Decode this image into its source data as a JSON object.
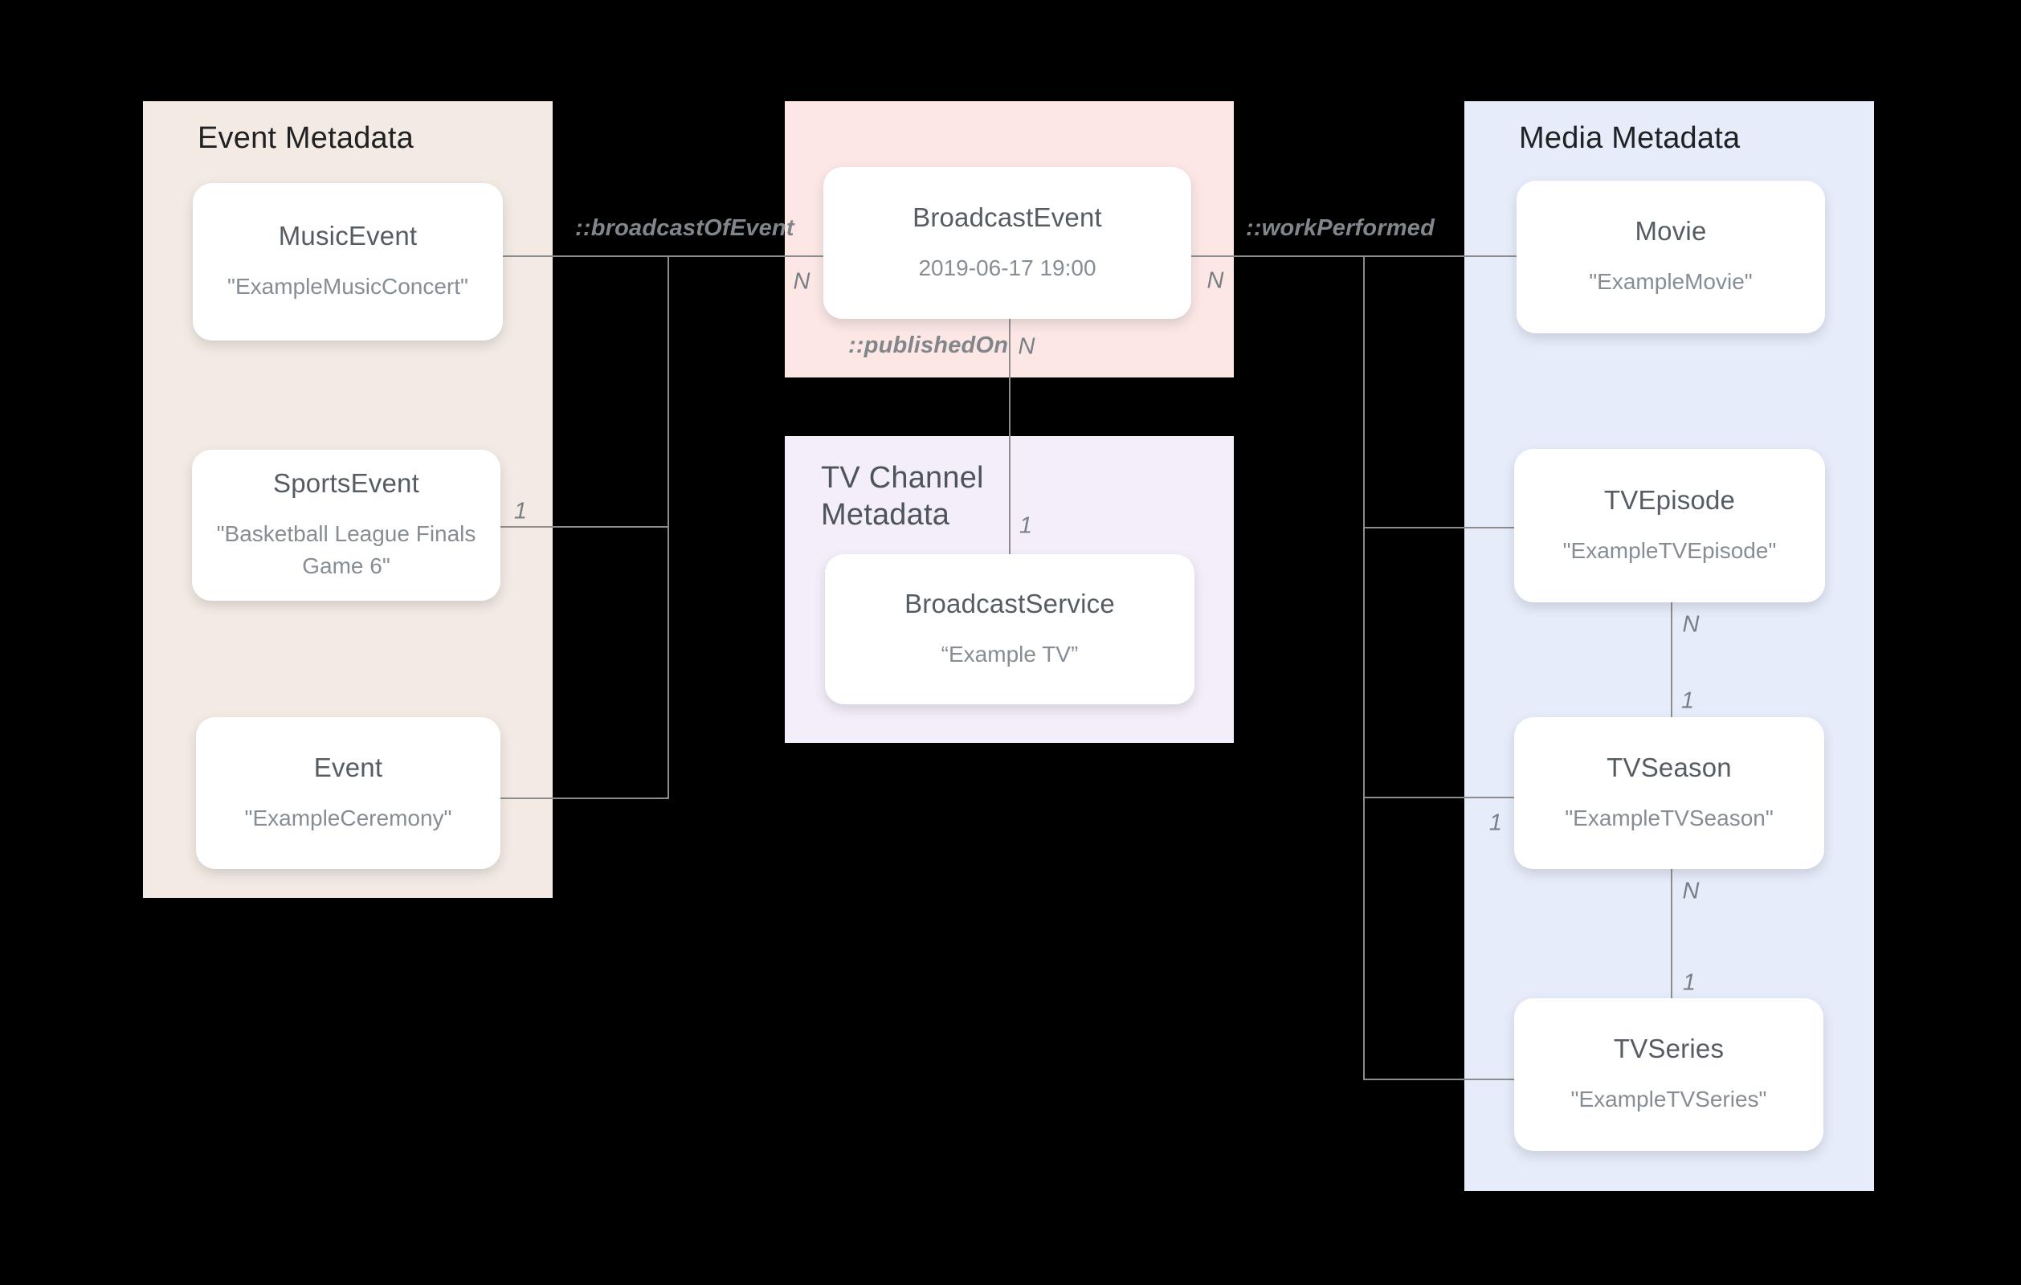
{
  "panels": {
    "event": {
      "title": "Event Metadata"
    },
    "tv_channel": {
      "title": "TV Channel Metadata"
    },
    "media": {
      "title": "Media Metadata"
    }
  },
  "nodes": {
    "music_event": {
      "title": "MusicEvent",
      "subtitle": "\"ExampleMusicConcert\""
    },
    "sports_event": {
      "title": "SportsEvent",
      "subtitle": "\"Basketball League Finals Game 6\""
    },
    "event": {
      "title": "Event",
      "subtitle": "\"ExampleCeremony\""
    },
    "broadcast_event": {
      "title": "BroadcastEvent",
      "subtitle": "2019-06-17 19:00"
    },
    "broadcast_service": {
      "title": "BroadcastService",
      "subtitle": "“Example TV”"
    },
    "movie": {
      "title": "Movie",
      "subtitle": "\"ExampleMovie\""
    },
    "tv_episode": {
      "title": "TVEpisode",
      "subtitle": "\"ExampleTVEpisode\""
    },
    "tv_season": {
      "title": "TVSeason",
      "subtitle": "\"ExampleTVSeason\""
    },
    "tv_series": {
      "title": "TVSeries",
      "subtitle": "\"ExampleTVSeries\""
    }
  },
  "edges": {
    "broadcast_of_event": {
      "label": "::broadcastOfEvent",
      "event_side": "1",
      "broadcast_side": "N"
    },
    "published_on": {
      "label": "::publishedOn",
      "broadcast_side": "N",
      "service_side": "1"
    },
    "work_performed": {
      "label": "::workPerformed",
      "broadcast_side": "N",
      "season_side": "1"
    },
    "episode_season": {
      "episode_side": "N",
      "season_side": "1"
    },
    "season_series": {
      "season_side": "N",
      "series_side": "1"
    }
  },
  "colors": {
    "background": "#000000",
    "event_panel": "#f3eae3",
    "broadcast_panel": "#fce7e5",
    "tv_channel_panel": "#f4eefa",
    "media_panel": "#e6ecfa",
    "card": "#ffffff",
    "connector": "#8d8d8d",
    "panel_title": "#202124",
    "node_title": "#565c63",
    "node_subtitle": "#868d94",
    "relation_label": "#80868b"
  }
}
